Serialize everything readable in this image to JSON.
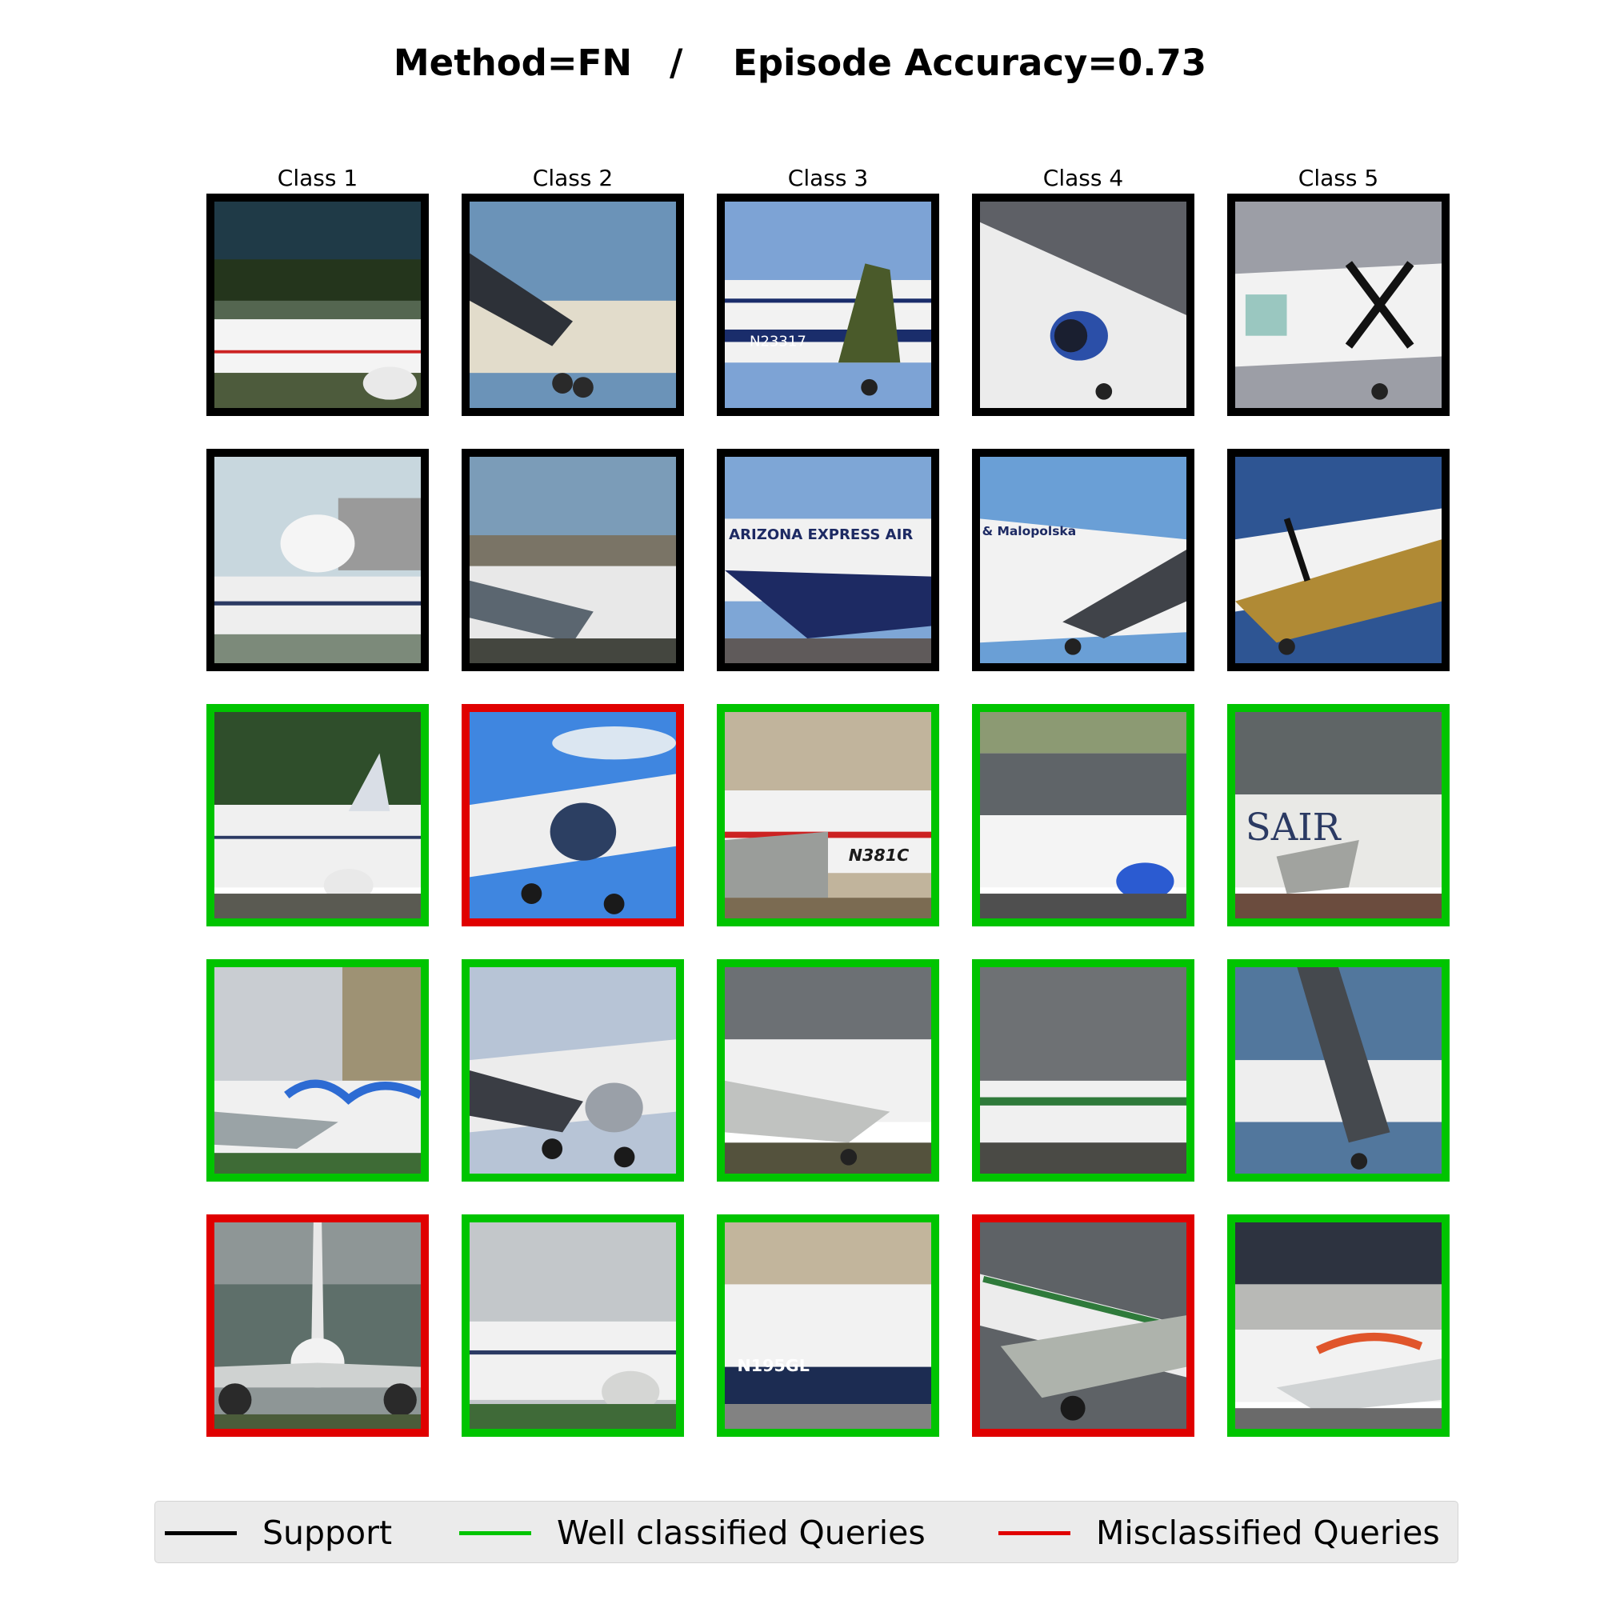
{
  "title": "Method=FN   /    Episode Accuracy=0.73",
  "columns": [
    "Class 1",
    "Class 2",
    "Class 3",
    "Class 4",
    "Class 5"
  ],
  "legend": [
    {
      "label": "Support",
      "color": "#000000"
    },
    {
      "label": "Well classified Queries",
      "color": "#00c400"
    },
    {
      "label": "Misclassified Queries",
      "color": "#e00000"
    }
  ],
  "grid_rows": [
    [
      "support",
      "support",
      "support",
      "support",
      "support"
    ],
    [
      "support",
      "support",
      "support",
      "support",
      "support"
    ],
    [
      "correct",
      "wrong",
      "correct",
      "correct",
      "correct"
    ],
    [
      "correct",
      "correct",
      "correct",
      "correct",
      "correct"
    ],
    [
      "wrong",
      "correct",
      "correct",
      "wrong",
      "correct"
    ]
  ],
  "image_text": {
    "r0c2": "N23317",
    "r1c2": "ARIZONA EXPRESS AIR",
    "r1c3": "& Malopolska",
    "r2c2": "N381C",
    "r2c4": "SAIR",
    "r4c2": "N195GL"
  }
}
